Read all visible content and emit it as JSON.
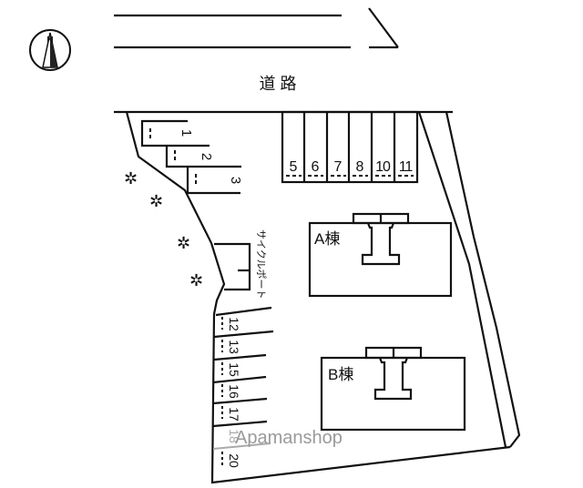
{
  "road_label": "道 路",
  "compass_label": "N",
  "bicycle_port_label": "サイクルポート",
  "buildings": [
    {
      "label": "A棟"
    },
    {
      "label": "B棟"
    }
  ],
  "parking_top": [
    "5",
    "6",
    "7",
    "8",
    "10",
    "11"
  ],
  "parking_upper_left": [
    "1",
    "2",
    "3"
  ],
  "parking_lower_left": [
    "12",
    "13",
    "15",
    "16",
    "17",
    "18",
    "20"
  ],
  "watermark": "Apamanshop"
}
